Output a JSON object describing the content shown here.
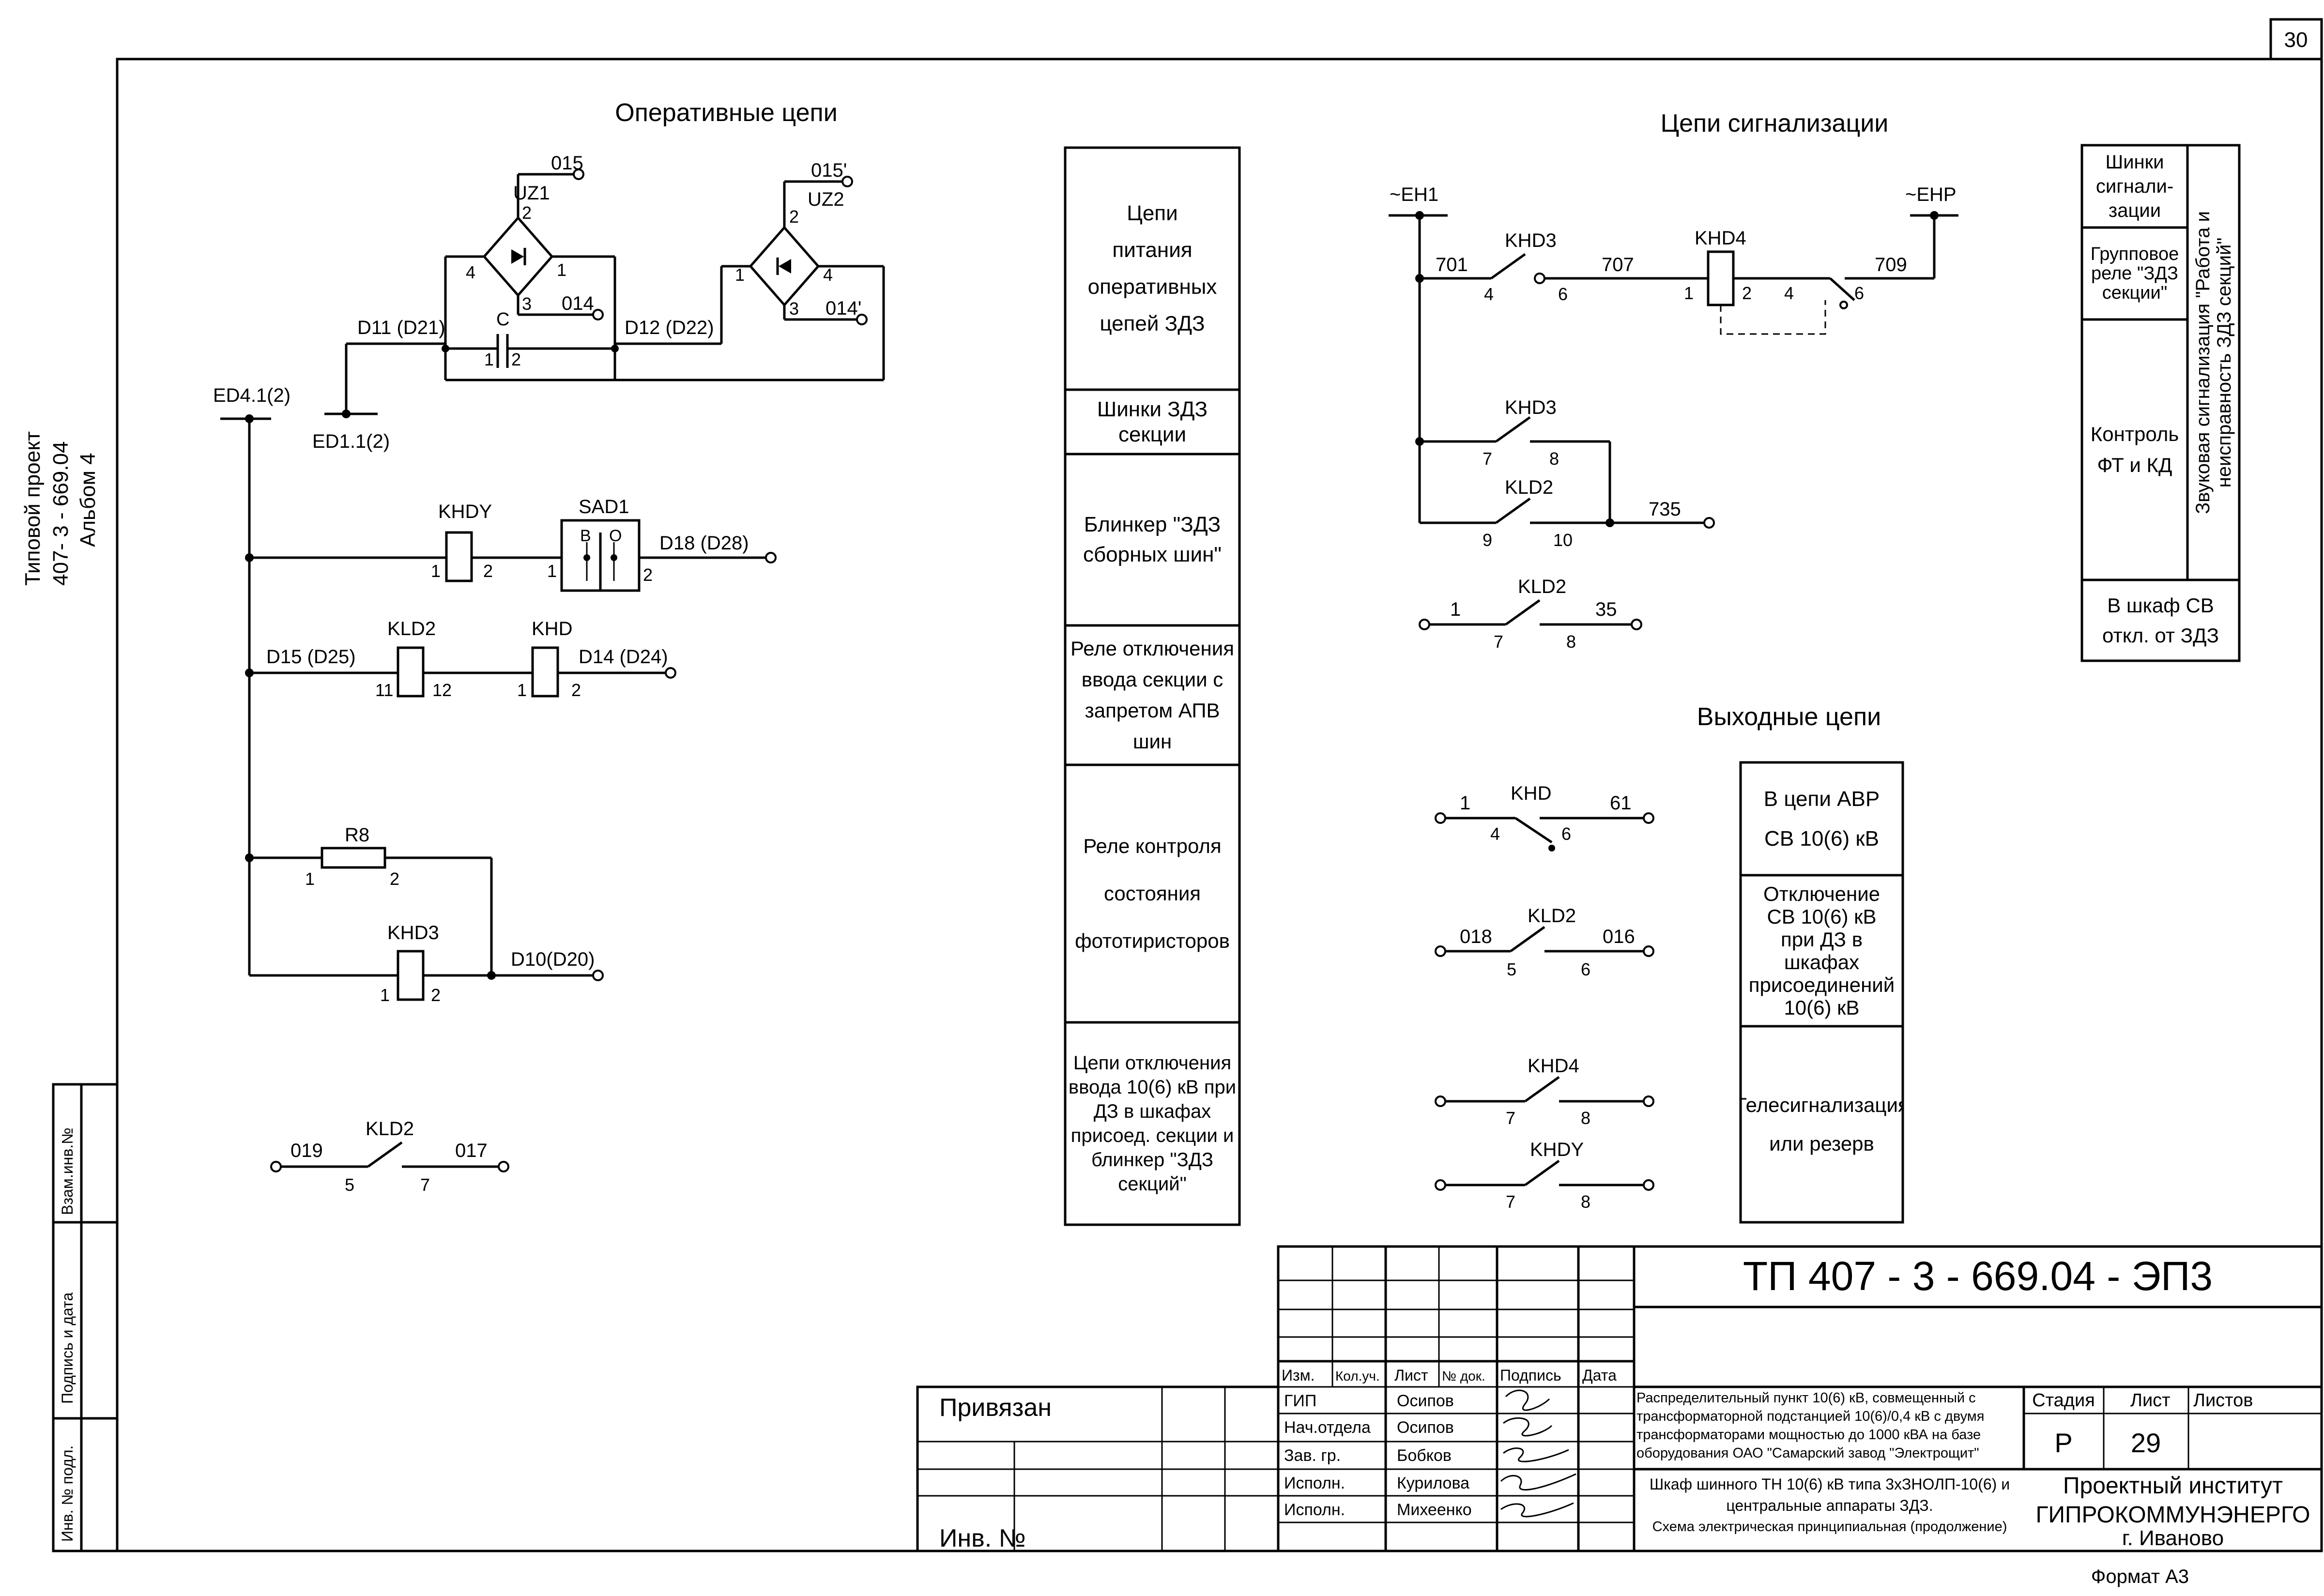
{
  "page_number": "30",
  "left_stamp": {
    "project_type": "Типовой проект",
    "project_code": "407- 3 - 669.04",
    "album": "Альбом 4",
    "fields": [
      "Взам.инв.№",
      "Подпись и дата",
      "Инв. № подл."
    ]
  },
  "operative": {
    "title": "Оперативные цепи",
    "labels": {
      "n015": "015",
      "uz1": "UZ1",
      "n015p": "015'",
      "uz2": "UZ2",
      "p2a": "2",
      "p4a": "4",
      "p1a": "1",
      "p3a": "3",
      "n014": "014",
      "p2b": "2",
      "p1b": "1",
      "p4b": "4",
      "p3b": "3",
      "n014p": "014'",
      "cap": "C",
      "c1": "1",
      "c2": "2",
      "d11": "D11 (D21)",
      "d12": "D12 (D22)",
      "ed41": "ED4.1(2)",
      "ed11": "ED1.1(2)",
      "khdy": "KHDY",
      "khdy1": "1",
      "khdy2": "2",
      "sad1": "SAD1",
      "sad_b": "В",
      "sad_o": "О",
      "sad1p": "1",
      "sad2p": "2",
      "d18": "D18 (D28)",
      "kld2": "KLD2",
      "kld2_11": "11",
      "kld2_12": "12",
      "khd": "KHD",
      "khd1": "1",
      "khd2": "2",
      "d15": "D15 (D25)",
      "d14": "D14 (D24)",
      "r8": "R8",
      "r8_1": "1",
      "r8_2": "2",
      "khd3": "KHD3",
      "khd3_1": "1",
      "khd3_2": "2",
      "d10": "D10(D20)",
      "kld2b": "KLD2",
      "n019": "019",
      "n017": "017",
      "k5": "5",
      "k7": "7"
    }
  },
  "purpose_left": [
    "Цепи питания оперативных цепей ЗДЗ",
    "Шинки ЗДЗ секции",
    "Блинкер \"ЗДЗ сборных шин\"",
    "Реле отключения ввода секции с запретом АПВ шин",
    "Реле контроля состояния фототиристоров",
    "Цепи отключения ввода 10(6) кВ при ДЗ в шкафах присоед. секции и блинкер \"ЗДЗ секций\""
  ],
  "signal": {
    "title": "Цепи сигнализации",
    "labels": {
      "eh1": "~EH1",
      "ehp": "~EHP",
      "khd3a": "KHD3",
      "n701": "701",
      "n707": "707",
      "k4": "4",
      "k6": "6",
      "khd4": "KHD4",
      "khd4_1": "1",
      "khd4_2": "2",
      "khd4_4": "4",
      "khd4_6": "6",
      "n709": "709",
      "khd3b": "KHD3",
      "k7": "7",
      "k8": "8",
      "kld2a": "KLD2",
      "k9": "9",
      "k10": "10",
      "n735": "735",
      "kld2b": "KLD2",
      "n1": "1",
      "n35": "35",
      "k7b": "7",
      "k8b": "8"
    }
  },
  "purpose_right": {
    "shinki": "Шинки сигнали- зации",
    "group": "Групповое реле \"ЗДЗ секции\"",
    "control": "Контроль ФТ и КД",
    "vertical": "Звуковая сигнализация \"Работа и неисправность ЗДЗ секций\"",
    "cabinet": "В шкаф СВ откл. от ЗДЗ"
  },
  "output": {
    "title": "Выходные цепи",
    "labels": {
      "khd": "KHD",
      "n1": "1",
      "n61": "61",
      "k4": "4",
      "k6": "6",
      "kld2": "KLD2",
      "n018": "018",
      "n016": "016",
      "k5": "5",
      "k6b": "6",
      "khd4": "KHD4",
      "k7": "7",
      "k8": "8",
      "khdy": "KHDY",
      "k7b": "7",
      "k8b": "8"
    },
    "boxes": [
      "В цепи АВР СВ 10(6) кВ",
      "Отключение СВ 10(6) кВ при ДЗ в шкафах присоединений 10(6) кВ",
      "Телесигнализация или резерв"
    ]
  },
  "title_block": {
    "doc_code": "ТП  407 - 3 - 669.04 - ЭП3",
    "tied": "Привязан",
    "inv": "Инв. №",
    "headers": [
      "Изм.",
      "Кол.уч.",
      "Лист",
      "№ док.",
      "Подпись",
      "Дата"
    ],
    "roles": [
      "ГИП",
      "Нач.отдела",
      "Зав. гр.",
      "Исполн.",
      "Исполн."
    ],
    "names": [
      "Осипов",
      "Осипов",
      "Бобков",
      "Курилова",
      "Михеенко"
    ],
    "description": "Распределительный пункт 10(6) кВ, совмещенный с трансформаторной подстанцией 10(6)/0,4 кВ с двумя трансформаторами мощностью до 1000 кВА на базе оборудования ОАО \"Самарский завод \"Электрощит\"",
    "sheet_title": "Шкаф шинного ТН  10(6) кВ  типа 3хЗНОЛП-10(6) и центральные аппараты ЗДЗ.",
    "sheet_subtitle": "Схема электрическая принципиальная (продолжение)",
    "stage_label": "Стадия",
    "sheet_label": "Лист",
    "sheets_label": "Листов",
    "stage": "Р",
    "sheet": "29",
    "org1": "Проектный институт",
    "org2": "ГИПРОКОММУНЭНЕРГО",
    "org3": "г. Иваново"
  },
  "format": "Формат А3"
}
